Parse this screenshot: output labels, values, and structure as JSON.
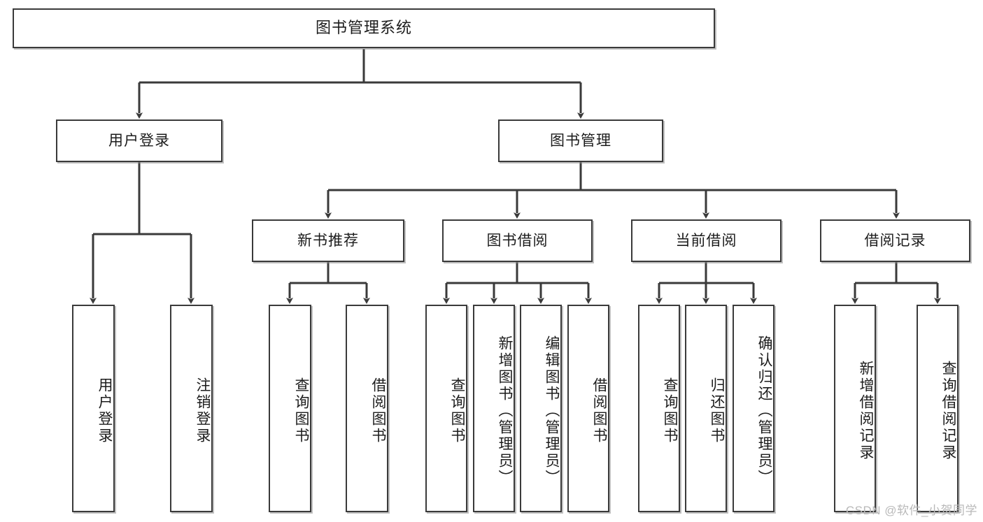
{
  "diagram": {
    "title": "图书管理系统",
    "type": "tree",
    "background_color": "#ffffff",
    "line_color": "#3a3a3a",
    "box_border_color": "#3a3a3a",
    "text_color": "#1c1c1c",
    "nodes": {
      "root": {
        "label": "图书管理系统",
        "level": 1,
        "orientation": "horizontal"
      },
      "user_login": {
        "label": "用户登录",
        "level": 2,
        "orientation": "horizontal"
      },
      "book_manage": {
        "label": "图书管理",
        "level": 2,
        "orientation": "horizontal"
      },
      "new_book_rec": {
        "label": "新书推荐",
        "level": 3,
        "orientation": "horizontal"
      },
      "book_borrow": {
        "label": "图书借阅",
        "level": 3,
        "orientation": "horizontal"
      },
      "current_borrow": {
        "label": "当前借阅",
        "level": 3,
        "orientation": "horizontal"
      },
      "borrow_record": {
        "label": "借阅记录",
        "level": 3,
        "orientation": "horizontal"
      },
      "leaf_user_login": {
        "label": "用户登录",
        "level": 4,
        "orientation": "vertical"
      },
      "leaf_logout": {
        "label": "注销登录",
        "level": 4,
        "orientation": "vertical"
      },
      "leaf_query_book_1": {
        "label": "查询图书",
        "level": 4,
        "orientation": "vertical"
      },
      "leaf_borrow_book_1": {
        "label": "借阅图书",
        "level": 4,
        "orientation": "vertical"
      },
      "leaf_query_book_2": {
        "label": "查询图书",
        "level": 4,
        "orientation": "vertical"
      },
      "leaf_add_book": {
        "label": "新增图书（管理员）",
        "level": 4,
        "orientation": "vertical"
      },
      "leaf_edit_book": {
        "label": "编辑图书（管理员）",
        "level": 4,
        "orientation": "vertical"
      },
      "leaf_borrow_book_2": {
        "label": "借阅图书",
        "level": 4,
        "orientation": "vertical"
      },
      "leaf_query_book_3": {
        "label": "查询图书",
        "level": 4,
        "orientation": "vertical"
      },
      "leaf_return_book": {
        "label": "归还图书",
        "level": 4,
        "orientation": "vertical"
      },
      "leaf_confirm_return": {
        "label": "确认归还（管理员）",
        "level": 4,
        "orientation": "vertical"
      },
      "leaf_add_record": {
        "label": "新增借阅记录",
        "level": 4,
        "orientation": "vertical"
      },
      "leaf_query_record": {
        "label": "查询借阅记录",
        "level": 4,
        "orientation": "vertical"
      }
    },
    "edges": [
      {
        "from": "root",
        "to": "user_login"
      },
      {
        "from": "root",
        "to": "book_manage"
      },
      {
        "from": "book_manage",
        "to": "new_book_rec"
      },
      {
        "from": "book_manage",
        "to": "book_borrow"
      },
      {
        "from": "book_manage",
        "to": "current_borrow"
      },
      {
        "from": "book_manage",
        "to": "borrow_record"
      },
      {
        "from": "user_login",
        "to": "leaf_user_login"
      },
      {
        "from": "user_login",
        "to": "leaf_logout"
      },
      {
        "from": "new_book_rec",
        "to": "leaf_query_book_1"
      },
      {
        "from": "new_book_rec",
        "to": "leaf_borrow_book_1"
      },
      {
        "from": "book_borrow",
        "to": "leaf_query_book_2"
      },
      {
        "from": "book_borrow",
        "to": "leaf_add_book"
      },
      {
        "from": "book_borrow",
        "to": "leaf_edit_book"
      },
      {
        "from": "book_borrow",
        "to": "leaf_borrow_book_2"
      },
      {
        "from": "current_borrow",
        "to": "leaf_query_book_3"
      },
      {
        "from": "current_borrow",
        "to": "leaf_return_book"
      },
      {
        "from": "current_borrow",
        "to": "leaf_confirm_return"
      },
      {
        "from": "borrow_record",
        "to": "leaf_add_record"
      },
      {
        "from": "borrow_record",
        "to": "leaf_query_record"
      }
    ]
  },
  "watermark": {
    "text": "CSDN @软件_小贺同学"
  }
}
